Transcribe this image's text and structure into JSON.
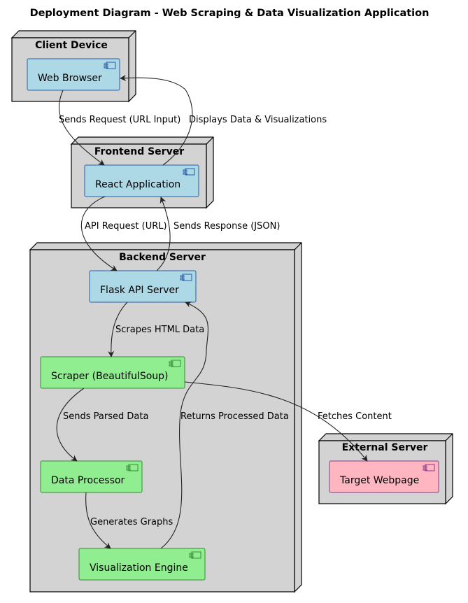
{
  "title": "Deployment Diagram - Web Scraping & Data Visualization Application",
  "nodes": {
    "client": {
      "label": "Client Device"
    },
    "frontend": {
      "label": "Frontend Server"
    },
    "backend": {
      "label": "Backend Server"
    },
    "external": {
      "label": "External Server"
    }
  },
  "components": {
    "browser": {
      "label": "Web Browser",
      "fill": "#add8e6",
      "stroke": "#2b5ca8"
    },
    "react": {
      "label": "React Application",
      "fill": "#add8e6",
      "stroke": "#2b5ca8"
    },
    "flask": {
      "label": "Flask API Server",
      "fill": "#add8e6",
      "stroke": "#2b5ca8"
    },
    "scraper": {
      "label": "Scraper (BeautifulSoup)",
      "fill": "#90ee90",
      "stroke": "#3a8a3a"
    },
    "processor": {
      "label": "Data Processor",
      "fill": "#90ee90",
      "stroke": "#3a8a3a"
    },
    "viz": {
      "label": "Visualization Engine",
      "fill": "#90ee90",
      "stroke": "#3a8a3a"
    },
    "target": {
      "label": "Target Webpage",
      "fill": "#ffb6c1",
      "stroke": "#8a3a8a"
    }
  },
  "edges": {
    "sends_request": "Sends Request (URL Input)",
    "displays_data": "Displays Data & Visualizations",
    "api_request": "API Request (URL)",
    "sends_response": "Sends Response (JSON)",
    "scrapes_html": "Scrapes HTML Data",
    "sends_parsed": "Sends Parsed Data",
    "generates_graphs": "Generates Graphs",
    "returns_processed": "Returns Processed Data",
    "fetches_content": "Fetches Content"
  }
}
